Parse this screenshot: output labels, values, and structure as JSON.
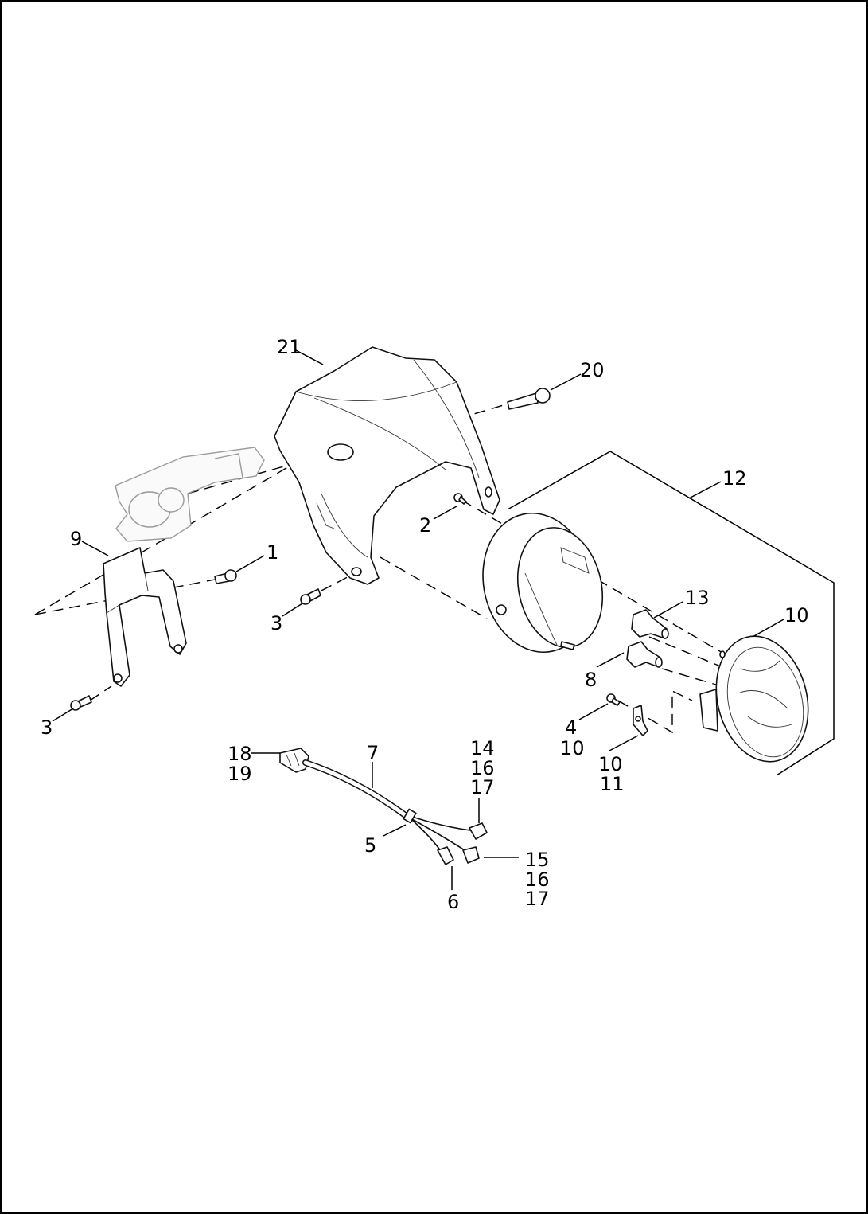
{
  "diagram": {
    "callouts": {
      "c1": "1",
      "c2": "2",
      "c3a": "3",
      "c3b": "3",
      "c4": "4",
      "c4_10": "10",
      "c5": "5",
      "c6": "6",
      "c7": "7",
      "c8": "8",
      "c9": "9",
      "c10a": "10",
      "c10b": "10",
      "c10b_11": "11",
      "c12": "12",
      "c13": "13",
      "c14": "14",
      "c14_16": "16",
      "c14_17": "17",
      "c15": "15",
      "c15_16": "16",
      "c15_17": "17",
      "c18": "18",
      "c18_19": "19",
      "c20": "20",
      "c21": "21"
    }
  }
}
